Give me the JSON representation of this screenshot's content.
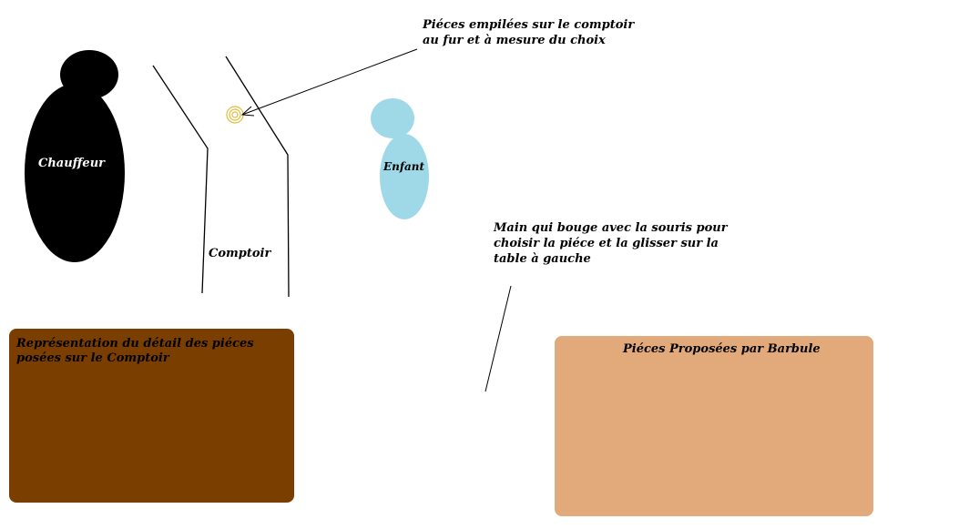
{
  "colors": {
    "background": "#ffffff",
    "driver": "#000000",
    "child": "#9fd9e8",
    "coin": "#e8c84a",
    "counter_panel": "#7a3e00",
    "offer_panel": "#e2a97b",
    "line": "#000000"
  },
  "figures": {
    "driver_label": "Chauffeur",
    "child_label": "Enfant",
    "counter_label": "Comptoir"
  },
  "annotations": {
    "stacked_coins": "Piéces empilées sur le comptoir\nau fur et à mesure du choix",
    "moving_hand": "Main qui bouge avec la souris pour\nchoisir la piéce et la glisser sur la\ntable à gauche"
  },
  "panels": {
    "counter_detail_title": "Représentation du détail des piéces\nposées sur le Comptoir",
    "offered_coins_title": "Piéces Proposées par Barbule"
  }
}
